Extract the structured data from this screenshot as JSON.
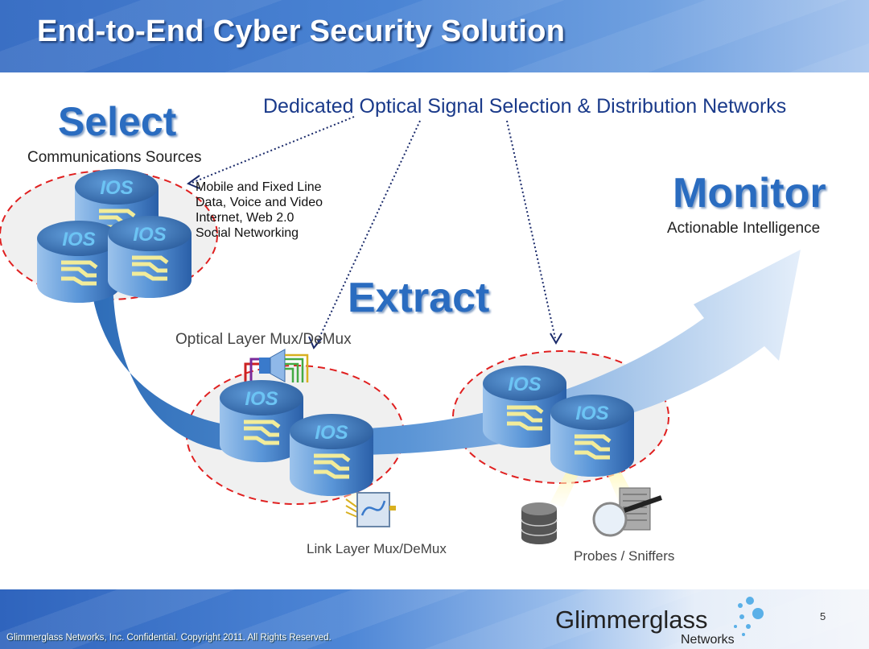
{
  "slide": {
    "title": "End-to-End Cyber Security Solution",
    "page_number": "5",
    "copyright": "Glimmerglass Networks, Inc. Confidential. Copyright 2011. All Rights Reserved.",
    "logo": {
      "name": "Glimmerglass",
      "sub": "Networks"
    }
  },
  "diagram": {
    "network_label": "Dedicated Optical Signal Selection & Distribution Networks",
    "select": {
      "heading": "Select",
      "subheading": "Communications Sources",
      "sources": [
        "Mobile and Fixed Line",
        "Data, Voice and Video",
        "Internet, Web 2.0",
        "Social Networking"
      ]
    },
    "extract": {
      "heading": "Extract",
      "optical_label": "Optical Layer Mux/DeMux",
      "link_label": "Link Layer Mux/DeMux"
    },
    "monitor": {
      "heading": "Monitor",
      "subheading": "Actionable Intelligence",
      "probes_label": "Probes / Sniffers"
    },
    "node_label": "IOS",
    "colors": {
      "accent": "#2a6cc0",
      "group_outline": "#e02020",
      "connector": "#1a2a6a"
    }
  }
}
